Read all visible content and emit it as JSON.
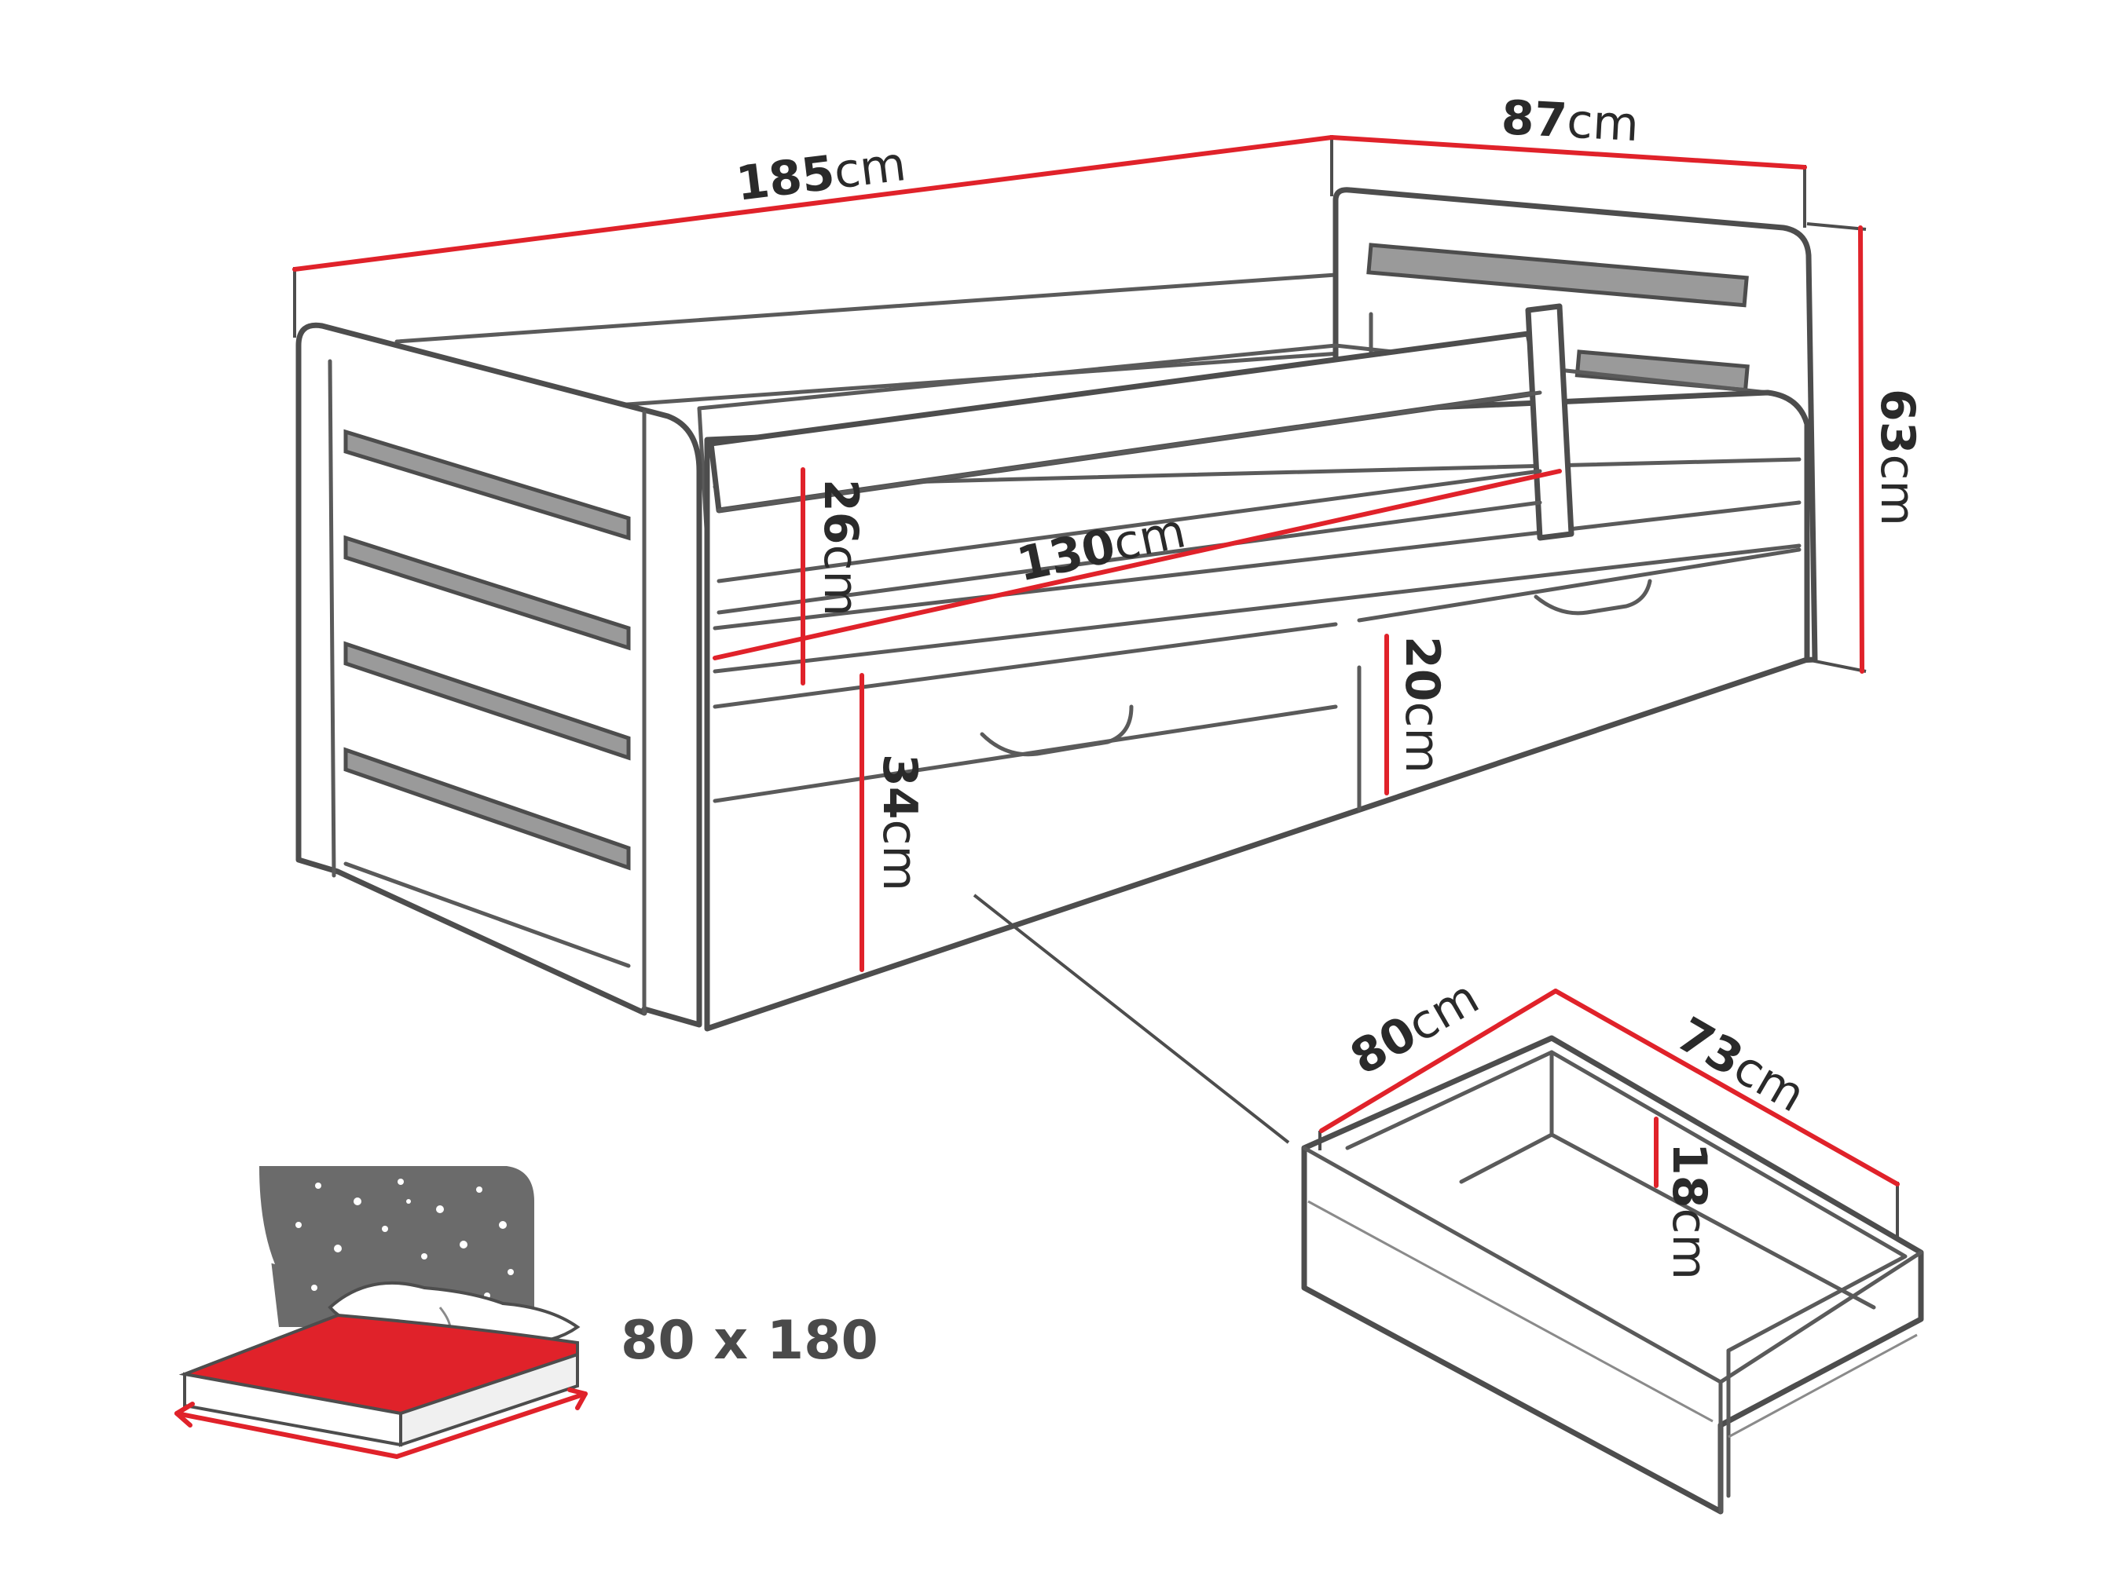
{
  "dimensions": {
    "length": {
      "value": "185",
      "unit": "cm"
    },
    "depth": {
      "value": "87",
      "unit": "cm"
    },
    "height": {
      "value": "63",
      "unit": "cm"
    },
    "guard_rail_height": {
      "value": "26",
      "unit": "cm"
    },
    "guard_rail_length": {
      "value": "130",
      "unit": "cm"
    },
    "under_bed_height": {
      "value": "34",
      "unit": "cm"
    },
    "drawer_front_height": {
      "value": "20",
      "unit": "cm"
    },
    "drawer_width": {
      "value": "80",
      "unit": "cm"
    },
    "drawer_depth": {
      "value": "73",
      "unit": "cm"
    },
    "drawer_height": {
      "value": "18",
      "unit": "cm"
    }
  },
  "mattress": {
    "size_label": "80 x 180"
  },
  "colors": {
    "dimension_line": "#e0222a",
    "outline": "#4d4d4d",
    "mattress_top": "#e0222a",
    "night_panel": "#6b6b6b"
  }
}
